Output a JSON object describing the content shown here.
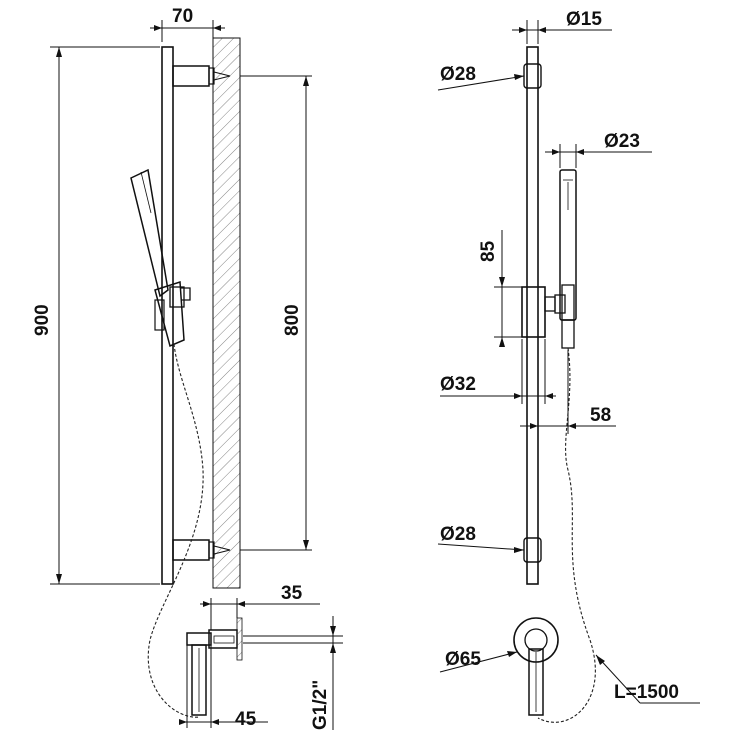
{
  "dimensions": {
    "bar_offset": "70",
    "overall_height": "900",
    "fixing_centers": "800",
    "wall_depth": "35",
    "elbow_width": "45",
    "thread": "G1/2\"",
    "rod_dia": "15",
    "end_cap_top": "28",
    "handshower_dia": "23",
    "slider_height": "85",
    "slider_dia": "32",
    "projection": "58",
    "end_cap_bottom": "28",
    "outlet_dia": "65",
    "hose_length": "L=1500"
  },
  "symbols": {
    "diameter": "Ø"
  }
}
